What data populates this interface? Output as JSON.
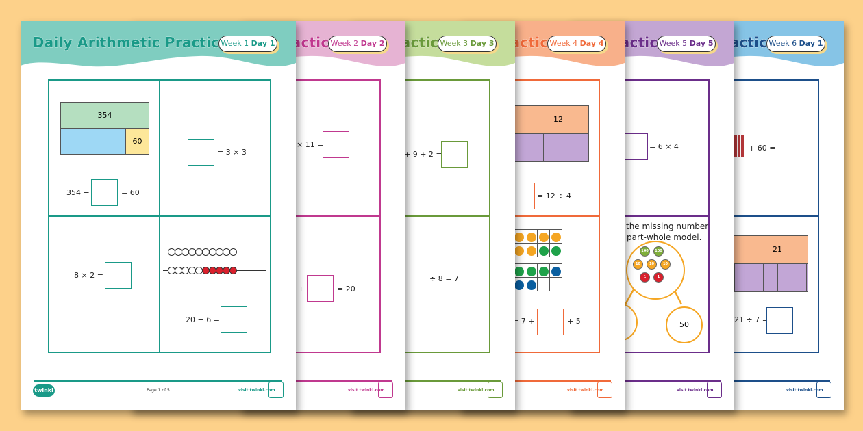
{
  "background_color": "#fdd18a",
  "sheets": [
    {
      "title": "Daily Arithmetic Practice",
      "week": "Week 1",
      "day": "Day 1",
      "header_color": "#7fcdc0",
      "accent": "#1a9a88",
      "footer": {
        "logo": "twinkl",
        "page": "Page 1 of 5",
        "visit": "visit twinkl.com"
      },
      "q1": {
        "whole": "354",
        "part": "60",
        "eq_left": "354 −",
        "eq_right": "= 60"
      },
      "q2": {
        "eq_right": "= 3 × 3"
      },
      "q3": {
        "eq_left": "8 × 2 ="
      },
      "q4": {
        "eq_left": "20 − 6 =",
        "beads_row1_red": 0,
        "beads_row2_red": 5,
        "beads_per_row": 10
      }
    },
    {
      "title": "Daily Arithmetic Practice",
      "week": "Week 2",
      "day": "Day 2",
      "header_color": "#e6b3d3",
      "accent": "#c0398f",
      "footer": {
        "visit": "visit twinkl.com"
      },
      "q2": {
        "eq_left": "× 11 ="
      },
      "q4": {
        "op": "+",
        "eq_right": "= 20"
      }
    },
    {
      "title": "Daily Arithmetic Practice",
      "week": "Week 3",
      "day": "Day 3",
      "header_color": "#c5dd9c",
      "accent": "#6a9a3a",
      "footer": {
        "visit": "visit twinkl.com"
      },
      "q2": {
        "eq_left": "+ 9 + 2 ="
      },
      "q4": {
        "eq_right": "÷ 8 = 7"
      }
    },
    {
      "title": "Daily Arithmetic Practice",
      "week": "Week 4",
      "day": "Day 4",
      "header_color": "#f8b08a",
      "accent": "#f06a3a",
      "footer": {
        "visit": "visit twinkl.com"
      },
      "q2": {
        "whole": "12",
        "eq_right": "= 12 ÷ 4"
      },
      "q4": {
        "frame1": [
          "#f5a623",
          "#f5a623",
          "#f5a623",
          "#f5a623",
          "#f5a623",
          "#f5a623",
          "#f5a623",
          "#f5a623",
          "#1fa24a",
          "#1fa24a"
        ],
        "frame2": [
          "#1fa24a",
          "#1fa24a",
          "#1fa24a",
          "#1fa24a",
          "#0a5fa0",
          "#0a5fa0",
          "#0a5fa0",
          "#0a5fa0",
          "",
          ""
        ],
        "eq_left": "= 7 +",
        "eq_right": "+ 5"
      }
    },
    {
      "title": "Daily Arithmetic Practice",
      "week": "Week 5",
      "day": "Day 5",
      "header_color": "#c3a6d3",
      "accent": "#6b2e8a",
      "footer": {
        "visit": "visit twinkl.com"
      },
      "q2": {
        "eq_right": "= 6 × 4"
      },
      "q4": {
        "instruction_1": "the missing number",
        "instruction_2": "part-whole model.",
        "part": "50",
        "counters": [
          {
            "v": "100",
            "c": "#7fae3a"
          },
          {
            "v": "100",
            "c": "#7fae3a"
          },
          {
            "v": "10",
            "c": "#f5a623"
          },
          {
            "v": "10",
            "c": "#f5a623"
          },
          {
            "v": "10",
            "c": "#f5a623"
          },
          {
            "v": "1",
            "c": "#d9202c"
          },
          {
            "v": "1",
            "c": "#d9202c"
          }
        ]
      }
    },
    {
      "title": "Daily Arithmetic Practice",
      "week": "Week 6",
      "day": "Day 1",
      "header_color": "#86c4e6",
      "accent": "#1d4f8a",
      "footer": {
        "visit": "visit twinkl.com"
      },
      "q2": {
        "eq_left": "+ 60 ="
      },
      "q4": {
        "whole": "21",
        "eq_left": "21 ÷ 7 ="
      }
    }
  ]
}
